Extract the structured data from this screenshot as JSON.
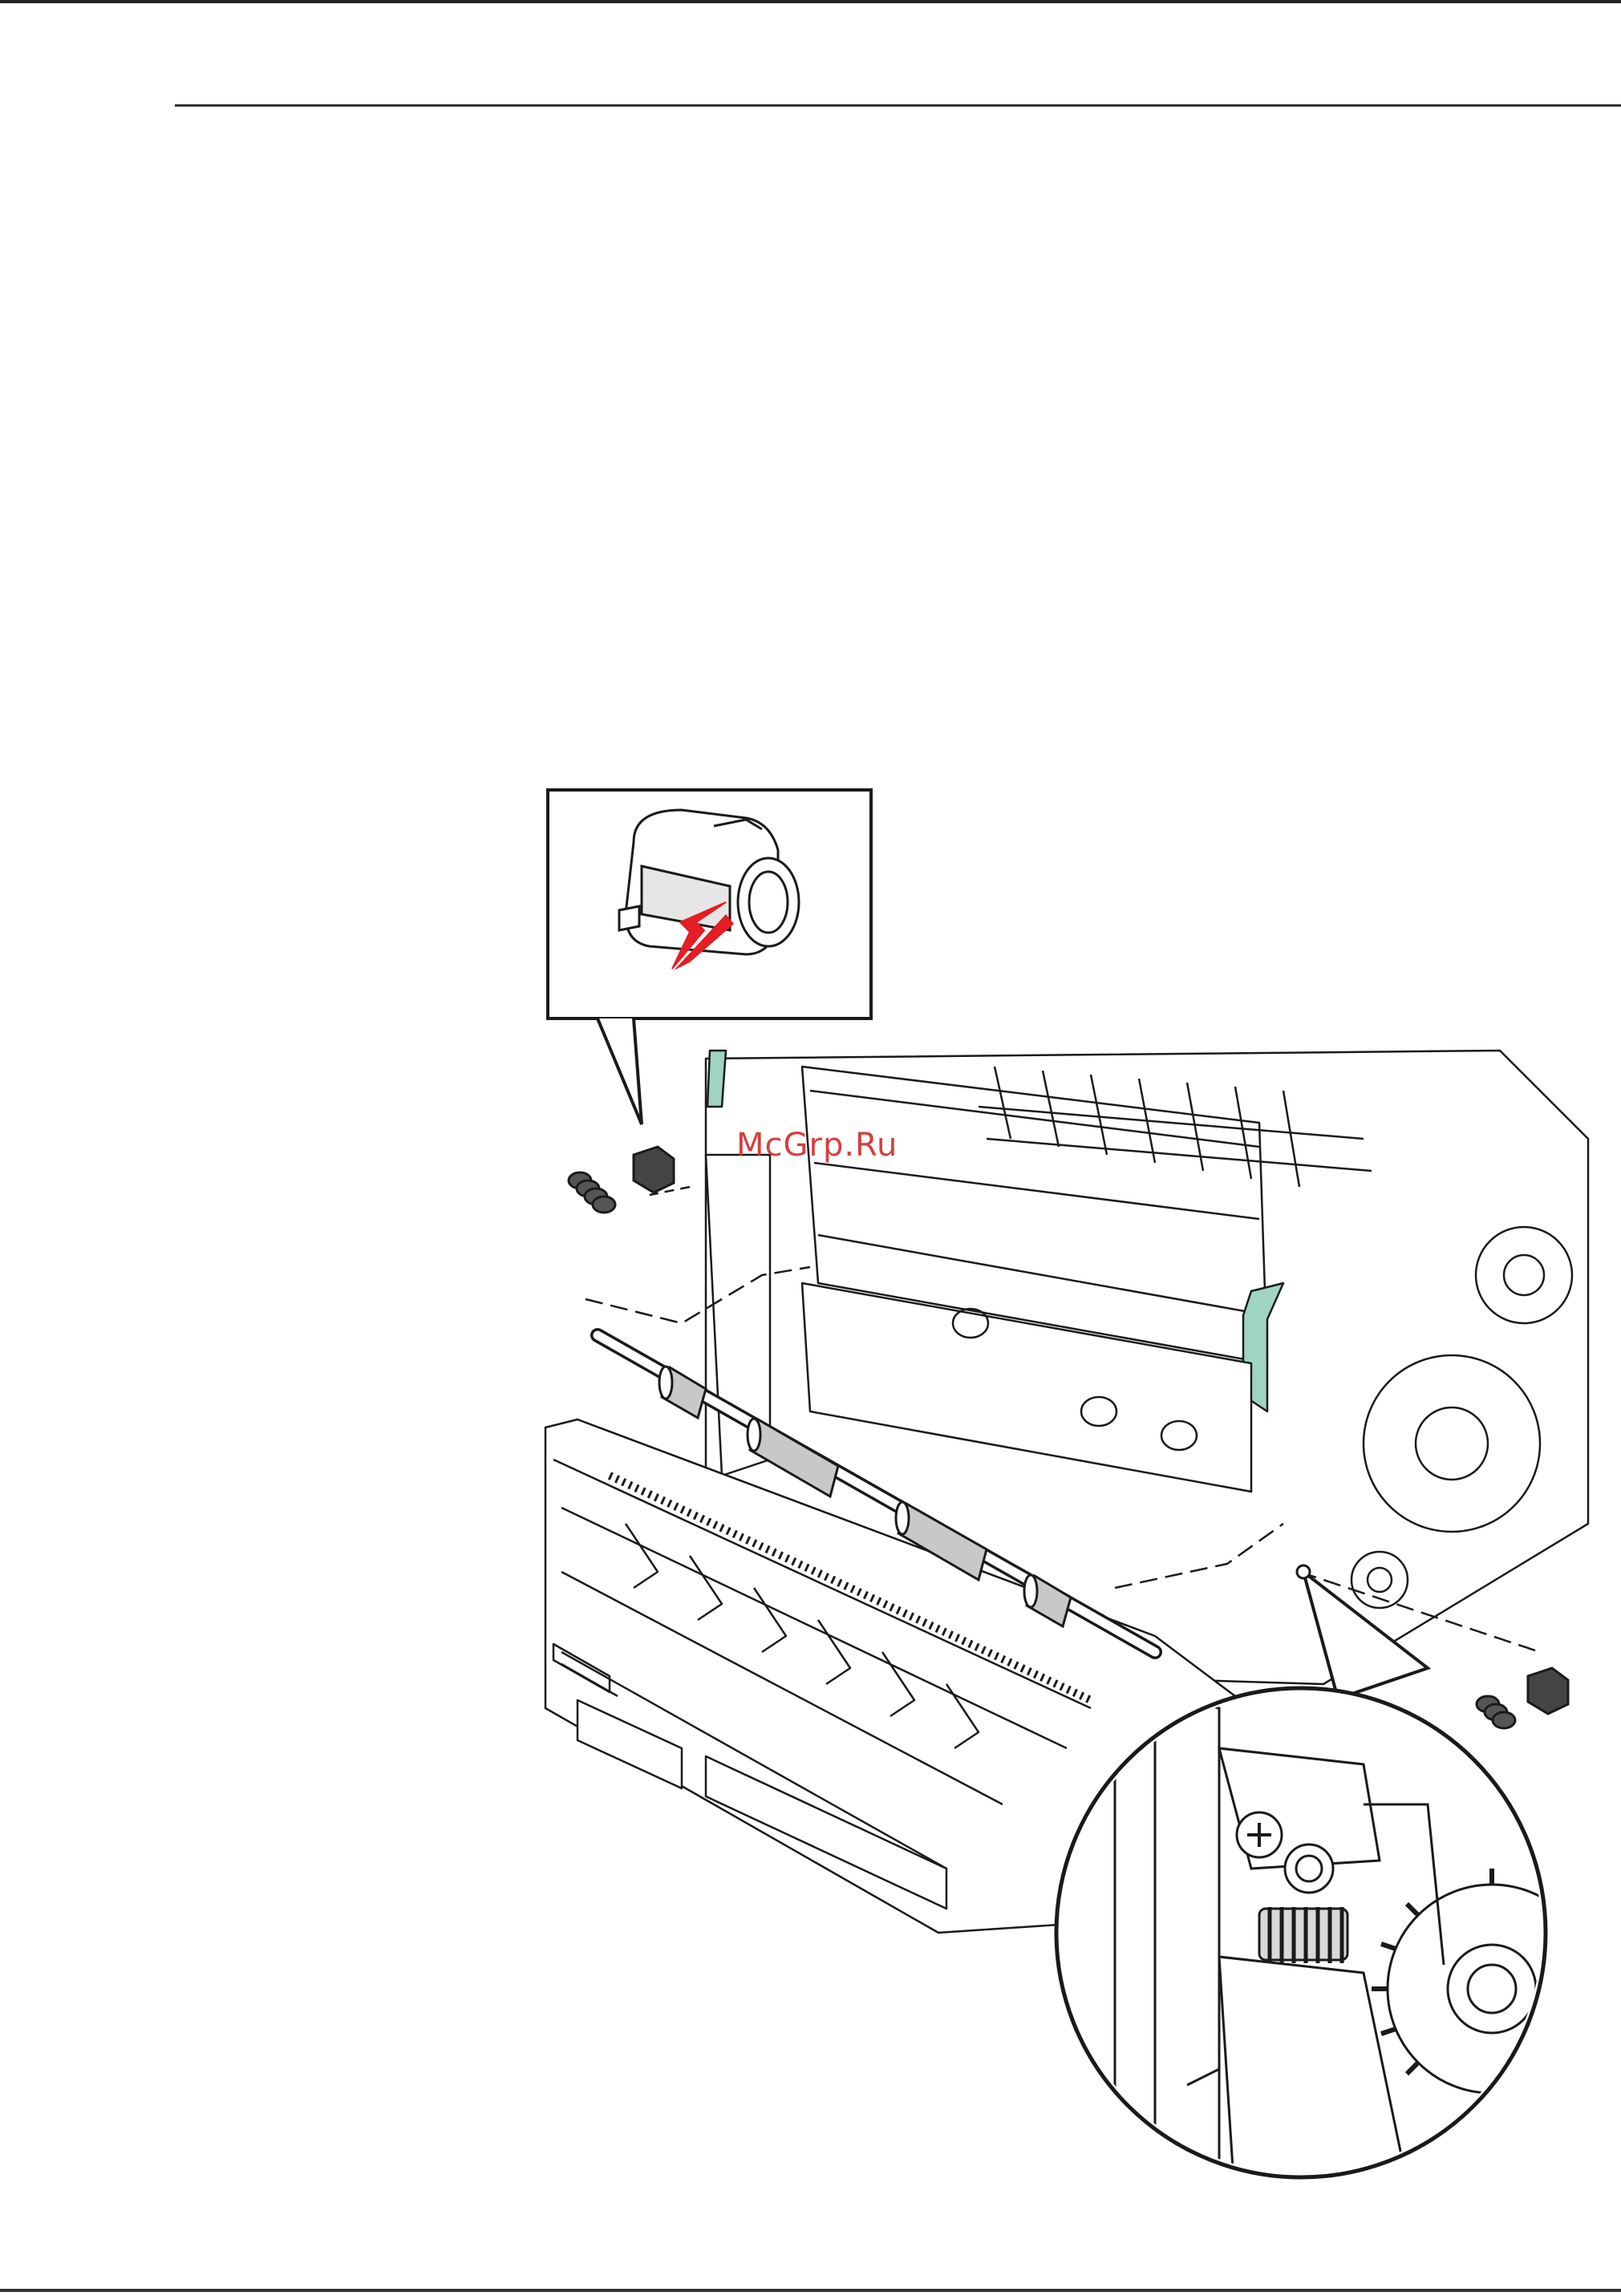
{
  "page": {
    "watermark_text": "McGrp.Ru",
    "colors": {
      "watermark": "#d12b2b",
      "arrow": "#e31e24",
      "accent_handle": "#9fd3c3",
      "line": "#1a1a1a",
      "roller_gray": "#c8c8c8"
    }
  },
  "figure": {
    "callouts": [
      {
        "id": "top",
        "icon": "roller-bushing-detail"
      },
      {
        "id": "bottom",
        "icon": "spring-detail"
      }
    ]
  }
}
